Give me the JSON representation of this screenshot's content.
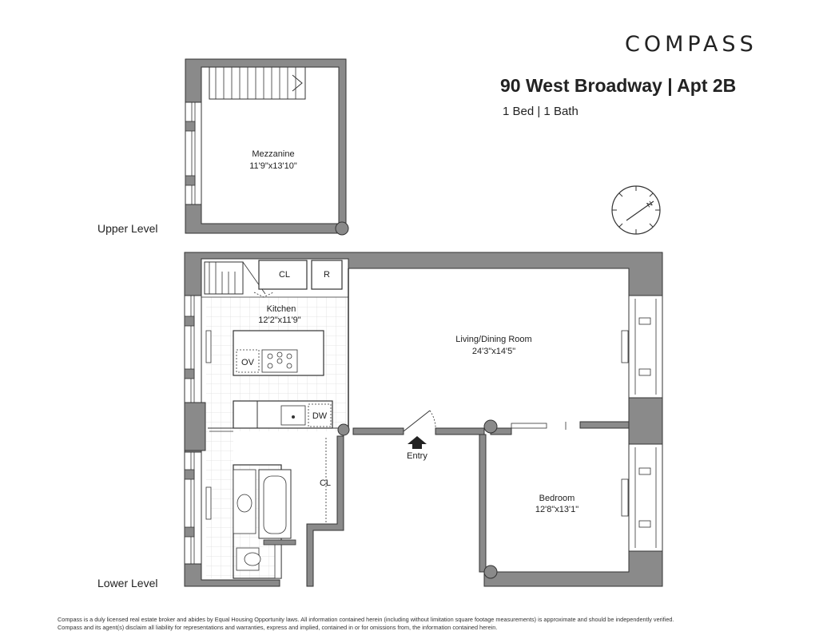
{
  "header": {
    "brand": "COMPASS",
    "title": "90 West Broadway | Apt 2B",
    "subtitle": "1 Bed | 1 Bath"
  },
  "levels": {
    "upper": "Upper Level",
    "lower": "Lower Level"
  },
  "rooms": {
    "mezzanine": {
      "name": "Mezzanine",
      "dims": "11'9\"x13'10\""
    },
    "kitchen": {
      "name": "Kitchen",
      "dims": "12'2\"x11'9\""
    },
    "living": {
      "name": "Living/Dining Room",
      "dims": "24'3\"x14'5\""
    },
    "bedroom": {
      "name": "Bedroom",
      "dims": "12'8\"x13'1\""
    }
  },
  "fixtures": {
    "closet_top": "CL",
    "refrigerator": "R",
    "oven": "OV",
    "dishwasher": "DW",
    "closet_hall": "CL"
  },
  "entry": "Entry",
  "compass": {
    "north_label": "N"
  },
  "disclaimer": {
    "line1": "Compass is a duly licensed real estate broker and abides by Equal Housing Opportunity laws.  All information contained herein (including without limitation square footage measurements) is approximate and should be independently verified.",
    "line2": "Compass and its agent(s) disclaim all liability for representations and warranties, express and implied, contained in or for omissions from, the information contained herein."
  },
  "colors": {
    "wall": "#8a8a8a",
    "wall_dark": "#555555",
    "line": "#333333",
    "grid": "#d8d8d8"
  }
}
